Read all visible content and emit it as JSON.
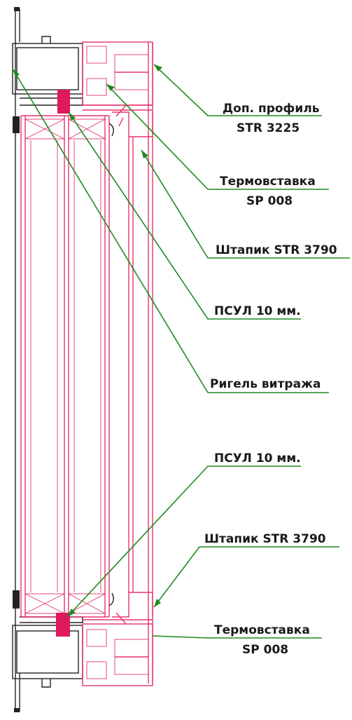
{
  "labels": {
    "dop_profile_line1": "Доп. профиль",
    "dop_profile_line2": "STR 3225",
    "termovstavka_top_line1": "Термовставка",
    "termovstavka_top_line2": "SP 008",
    "shtapik_top": "Штапик STR 3790",
    "psul_top": "ПСУЛ 10 мм.",
    "rigel": "Ригель витража",
    "psul_bottom": "ПСУЛ 10 мм.",
    "shtapik_bottom": "Штапик STR 3790",
    "termovstavka_bottom_line1": "Термовставка",
    "termovstavka_bottom_line2": "SP 008"
  },
  "colors": {
    "profile": "#e8336b",
    "seal": "#e0195a",
    "leader": "#1f8a1f",
    "aluminium": "#222222"
  }
}
